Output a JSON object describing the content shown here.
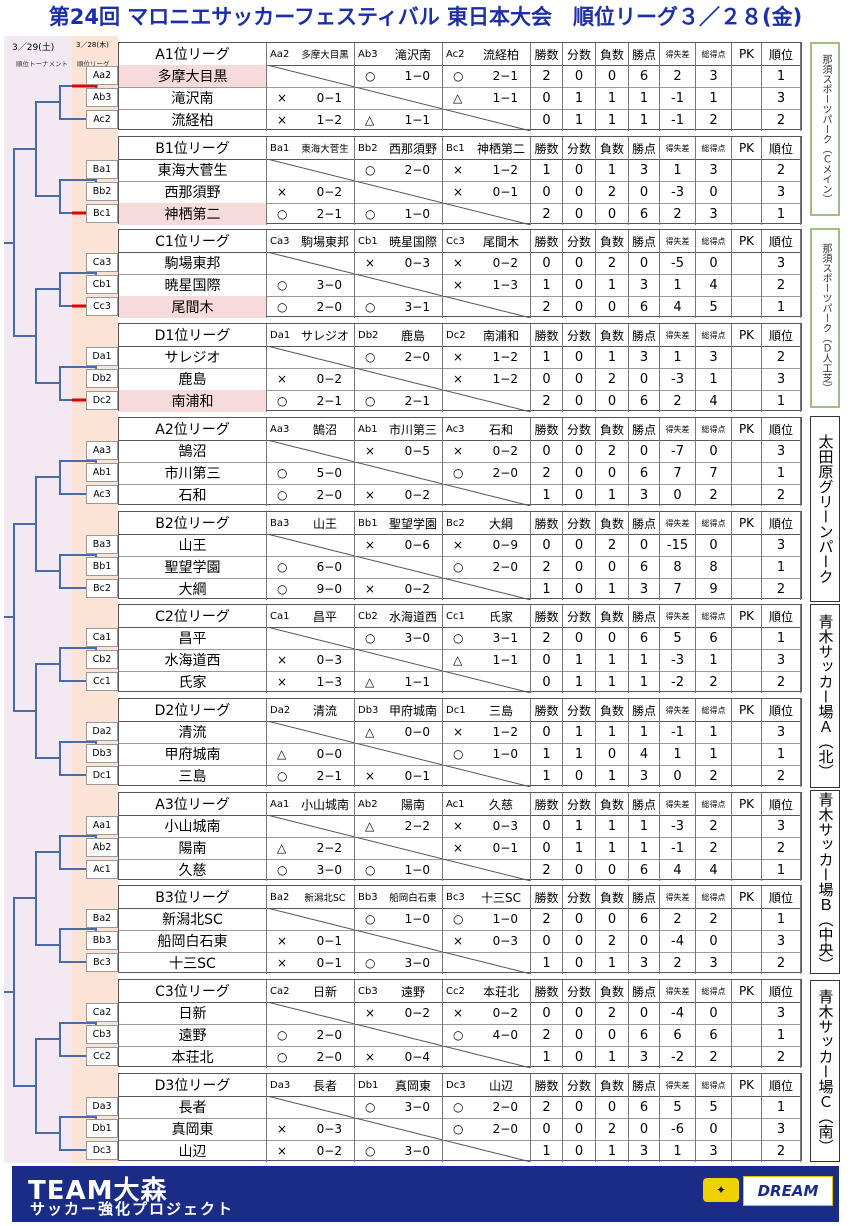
{
  "title": "第24回 マロニエサッカーフェスティバル 東日本大会　順位リーグ３／２８(金)",
  "dates": {
    "d1": "3／29(土)",
    "d2": "3／28(木)"
  },
  "sublabels": {
    "s1": "順位トーナメント",
    "s2": "順位リーグ"
  },
  "headers": {
    "win": "勝数",
    "draw": "分数",
    "lose": "負数",
    "pts": "勝点",
    "gd": "得失差",
    "gf": "総得点",
    "pk": "PK",
    "rank": "順位"
  },
  "venues": [
    {
      "text": "那須スポーツパーク（Ｃメイン）"
    },
    {
      "text": "那須スポーツパーク（Ｄ人工芝）"
    },
    {
      "text": "太田原グリーンパーク"
    },
    {
      "text": "青木サッカー場Ａ（北）"
    },
    {
      "text": "青木サッカー場Ｂ（中央）"
    },
    {
      "text": "青木サッカー場Ｃ（南）"
    }
  ],
  "leagues": [
    {
      "name": "A1位リーグ",
      "h": [
        [
          "Aa2",
          "多摩大目黒"
        ],
        [
          "Ab3",
          "滝沢南"
        ],
        [
          "Ac2",
          "流経柏"
        ]
      ],
      "teams": [
        {
          "code": "Aa2",
          "name": "多摩大目黒",
          "r": [
            null,
            [
              "○",
              "1−0"
            ],
            [
              "○",
              "2−1"
            ]
          ],
          "s": [
            "2",
            "0",
            "0",
            "6",
            "2",
            "3",
            "",
            "1"
          ]
        },
        {
          "code": "Ab3",
          "name": "滝沢南",
          "r": [
            [
              "×",
              "0−1"
            ],
            null,
            [
              "△",
              "1−1"
            ]
          ],
          "s": [
            "0",
            "1",
            "1",
            "1",
            "-1",
            "1",
            "",
            "3"
          ]
        },
        {
          "code": "Ac2",
          "name": "流経柏",
          "r": [
            [
              "×",
              "1−2"
            ],
            [
              "△",
              "1−1"
            ],
            null
          ],
          "s": [
            "0",
            "1",
            "1",
            "1",
            "-1",
            "2",
            "",
            "2"
          ]
        }
      ]
    },
    {
      "name": "B1位リーグ",
      "h": [
        [
          "Ba1",
          "東海大菅生"
        ],
        [
          "Bb2",
          "西那須野"
        ],
        [
          "Bc1",
          "神栖第二"
        ]
      ],
      "teams": [
        {
          "code": "Ba1",
          "name": "東海大菅生",
          "r": [
            null,
            [
              "○",
              "2−0"
            ],
            [
              "×",
              "1−2"
            ]
          ],
          "s": [
            "1",
            "0",
            "1",
            "3",
            "1",
            "3",
            "",
            "2"
          ]
        },
        {
          "code": "Bb2",
          "name": "西那須野",
          "r": [
            [
              "×",
              "0−2"
            ],
            null,
            [
              "×",
              "0−1"
            ]
          ],
          "s": [
            "0",
            "0",
            "2",
            "0",
            "-3",
            "0",
            "",
            "3"
          ]
        },
        {
          "code": "Bc1",
          "name": "神栖第二",
          "r": [
            [
              "○",
              "2−1"
            ],
            [
              "○",
              "1−0"
            ],
            null
          ],
          "s": [
            "2",
            "0",
            "0",
            "6",
            "2",
            "3",
            "",
            "1"
          ]
        }
      ]
    },
    {
      "name": "C1位リーグ",
      "h": [
        [
          "Ca3",
          "駒場東邦"
        ],
        [
          "Cb1",
          "暁星国際"
        ],
        [
          "Cc3",
          "尾間木"
        ]
      ],
      "teams": [
        {
          "code": "Ca3",
          "name": "駒場東邦",
          "r": [
            null,
            [
              "×",
              "0−3"
            ],
            [
              "×",
              "0−2"
            ]
          ],
          "s": [
            "0",
            "0",
            "2",
            "0",
            "-5",
            "0",
            "",
            "3"
          ]
        },
        {
          "code": "Cb1",
          "name": "暁星国際",
          "r": [
            [
              "○",
              "3−0"
            ],
            null,
            [
              "×",
              "1−3"
            ]
          ],
          "s": [
            "1",
            "0",
            "1",
            "3",
            "1",
            "4",
            "",
            "2"
          ]
        },
        {
          "code": "Cc3",
          "name": "尾間木",
          "r": [
            [
              "○",
              "2−0"
            ],
            [
              "○",
              "3−1"
            ],
            null
          ],
          "s": [
            "2",
            "0",
            "0",
            "6",
            "4",
            "5",
            "",
            "1"
          ]
        }
      ]
    },
    {
      "name": "D1位リーグ",
      "h": [
        [
          "Da1",
          "サレジオ"
        ],
        [
          "Db2",
          "鹿島"
        ],
        [
          "Dc2",
          "南浦和"
        ]
      ],
      "teams": [
        {
          "code": "Da1",
          "name": "サレジオ",
          "r": [
            null,
            [
              "○",
              "2−0"
            ],
            [
              "×",
              "1−2"
            ]
          ],
          "s": [
            "1",
            "0",
            "1",
            "3",
            "1",
            "3",
            "",
            "2"
          ]
        },
        {
          "code": "Db2",
          "name": "鹿島",
          "r": [
            [
              "×",
              "0−2"
            ],
            null,
            [
              "×",
              "1−2"
            ]
          ],
          "s": [
            "0",
            "0",
            "2",
            "0",
            "-3",
            "1",
            "",
            "3"
          ]
        },
        {
          "code": "Dc2",
          "name": "南浦和",
          "r": [
            [
              "○",
              "2−1"
            ],
            [
              "○",
              "2−1"
            ],
            null
          ],
          "s": [
            "2",
            "0",
            "0",
            "6",
            "2",
            "4",
            "",
            "1"
          ]
        }
      ]
    },
    {
      "name": "A2位リーグ",
      "h": [
        [
          "Aa3",
          "鵠沼"
        ],
        [
          "Ab1",
          "市川第三"
        ],
        [
          "Ac3",
          "石和"
        ]
      ],
      "teams": [
        {
          "code": "Aa3",
          "name": "鵠沼",
          "r": [
            null,
            [
              "×",
              "0−5"
            ],
            [
              "×",
              "0−2"
            ]
          ],
          "s": [
            "0",
            "0",
            "2",
            "0",
            "-7",
            "0",
            "",
            "3"
          ]
        },
        {
          "code": "Ab1",
          "name": "市川第三",
          "r": [
            [
              "○",
              "5−0"
            ],
            null,
            [
              "○",
              "2−0"
            ]
          ],
          "s": [
            "2",
            "0",
            "0",
            "6",
            "7",
            "7",
            "",
            "1"
          ]
        },
        {
          "code": "Ac3",
          "name": "石和",
          "r": [
            [
              "○",
              "2−0"
            ],
            [
              "×",
              "0−2"
            ],
            null
          ],
          "s": [
            "1",
            "0",
            "1",
            "3",
            "0",
            "2",
            "",
            "2"
          ]
        }
      ]
    },
    {
      "name": "B2位リーグ",
      "h": [
        [
          "Ba3",
          "山王"
        ],
        [
          "Bb1",
          "聖望学園"
        ],
        [
          "Bc2",
          "大綱"
        ]
      ],
      "teams": [
        {
          "code": "Ba3",
          "name": "山王",
          "r": [
            null,
            [
              "×",
              "0−6"
            ],
            [
              "×",
              "0−9"
            ]
          ],
          "s": [
            "0",
            "0",
            "2",
            "0",
            "-15",
            "0",
            "",
            "3"
          ]
        },
        {
          "code": "Bb1",
          "name": "聖望学園",
          "r": [
            [
              "○",
              "6−0"
            ],
            null,
            [
              "○",
              "2−0"
            ]
          ],
          "s": [
            "2",
            "0",
            "0",
            "6",
            "8",
            "8",
            "",
            "1"
          ]
        },
        {
          "code": "Bc2",
          "name": "大綱",
          "r": [
            [
              "○",
              "9−0"
            ],
            [
              "×",
              "0−2"
            ],
            null
          ],
          "s": [
            "1",
            "0",
            "1",
            "3",
            "7",
            "9",
            "",
            "2"
          ]
        }
      ]
    },
    {
      "name": "C2位リーグ",
      "h": [
        [
          "Ca1",
          "昌平"
        ],
        [
          "Cb2",
          "水海道西"
        ],
        [
          "Cc1",
          "氏家"
        ]
      ],
      "teams": [
        {
          "code": "Ca1",
          "name": "昌平",
          "r": [
            null,
            [
              "○",
              "3−0"
            ],
            [
              "○",
              "3−1"
            ]
          ],
          "s": [
            "2",
            "0",
            "0",
            "6",
            "5",
            "6",
            "",
            "1"
          ]
        },
        {
          "code": "Cb2",
          "name": "水海道西",
          "r": [
            [
              "×",
              "0−3"
            ],
            null,
            [
              "△",
              "1−1"
            ]
          ],
          "s": [
            "0",
            "1",
            "1",
            "1",
            "-3",
            "1",
            "",
            "3"
          ]
        },
        {
          "code": "Cc1",
          "name": "氏家",
          "r": [
            [
              "×",
              "1−3"
            ],
            [
              "△",
              "1−1"
            ],
            null
          ],
          "s": [
            "0",
            "1",
            "1",
            "1",
            "-2",
            "2",
            "",
            "2"
          ]
        }
      ]
    },
    {
      "name": "D2位リーグ",
      "h": [
        [
          "Da2",
          "清流"
        ],
        [
          "Db3",
          "甲府城南"
        ],
        [
          "Dc1",
          "三島"
        ]
      ],
      "teams": [
        {
          "code": "Da2",
          "name": "清流",
          "r": [
            null,
            [
              "△",
              "0−0"
            ],
            [
              "×",
              "1−2"
            ]
          ],
          "s": [
            "0",
            "1",
            "1",
            "1",
            "-1",
            "1",
            "",
            "3"
          ]
        },
        {
          "code": "Db3",
          "name": "甲府城南",
          "r": [
            [
              "△",
              "0−0"
            ],
            null,
            [
              "○",
              "1−0"
            ]
          ],
          "s": [
            "1",
            "1",
            "0",
            "4",
            "1",
            "1",
            "",
            "1"
          ]
        },
        {
          "code": "Dc1",
          "name": "三島",
          "r": [
            [
              "○",
              "2−1"
            ],
            [
              "×",
              "0−1"
            ],
            null
          ],
          "s": [
            "1",
            "0",
            "1",
            "3",
            "0",
            "2",
            "",
            "2"
          ]
        }
      ]
    },
    {
      "name": "A3位リーグ",
      "h": [
        [
          "Aa1",
          "小山城南"
        ],
        [
          "Ab2",
          "陽南"
        ],
        [
          "Ac1",
          "久慈"
        ]
      ],
      "teams": [
        {
          "code": "Aa1",
          "name": "小山城南",
          "r": [
            null,
            [
              "△",
              "2−2"
            ],
            [
              "×",
              "0−3"
            ]
          ],
          "s": [
            "0",
            "1",
            "1",
            "1",
            "-3",
            "2",
            "",
            "3"
          ]
        },
        {
          "code": "Ab2",
          "name": "陽南",
          "r": [
            [
              "△",
              "2−2"
            ],
            null,
            [
              "×",
              "0−1"
            ]
          ],
          "s": [
            "0",
            "1",
            "1",
            "1",
            "-1",
            "2",
            "",
            "2"
          ]
        },
        {
          "code": "Ac1",
          "name": "久慈",
          "r": [
            [
              "○",
              "3−0"
            ],
            [
              "○",
              "1−0"
            ],
            null
          ],
          "s": [
            "2",
            "0",
            "0",
            "6",
            "4",
            "4",
            "",
            "1"
          ]
        }
      ]
    },
    {
      "name": "B3位リーグ",
      "h": [
        [
          "Ba2",
          "新潟北SC"
        ],
        [
          "Bb3",
          "船岡白石東"
        ],
        [
          "Bc3",
          "十三SC"
        ]
      ],
      "teams": [
        {
          "code": "Ba2",
          "name": "新潟北SC",
          "r": [
            null,
            [
              "○",
              "1−0"
            ],
            [
              "○",
              "1−0"
            ]
          ],
          "s": [
            "2",
            "0",
            "0",
            "6",
            "2",
            "2",
            "",
            "1"
          ]
        },
        {
          "code": "Bb3",
          "name": "船岡白石東",
          "r": [
            [
              "×",
              "0−1"
            ],
            null,
            [
              "×",
              "0−3"
            ]
          ],
          "s": [
            "0",
            "0",
            "2",
            "0",
            "-4",
            "0",
            "",
            "3"
          ]
        },
        {
          "code": "Bc3",
          "name": "十三SC",
          "r": [
            [
              "×",
              "0−1"
            ],
            [
              "○",
              "3−0"
            ],
            null
          ],
          "s": [
            "1",
            "0",
            "1",
            "3",
            "2",
            "3",
            "",
            "2"
          ]
        }
      ]
    },
    {
      "name": "C3位リーグ",
      "h": [
        [
          "Ca2",
          "日新"
        ],
        [
          "Cb3",
          "遠野"
        ],
        [
          "Cc2",
          "本荘北"
        ]
      ],
      "teams": [
        {
          "code": "Ca2",
          "name": "日新",
          "r": [
            null,
            [
              "×",
              "0−2"
            ],
            [
              "×",
              "0−2"
            ]
          ],
          "s": [
            "0",
            "0",
            "2",
            "0",
            "-4",
            "0",
            "",
            "3"
          ]
        },
        {
          "code": "Cb3",
          "name": "遠野",
          "r": [
            [
              "○",
              "2−0"
            ],
            null,
            [
              "○",
              "4−0"
            ]
          ],
          "s": [
            "2",
            "0",
            "0",
            "6",
            "6",
            "6",
            "",
            "1"
          ]
        },
        {
          "code": "Cc2",
          "name": "本荘北",
          "r": [
            [
              "○",
              "2−0"
            ],
            [
              "×",
              "0−4"
            ],
            null
          ],
          "s": [
            "1",
            "0",
            "1",
            "3",
            "-2",
            "2",
            "",
            "2"
          ]
        }
      ]
    },
    {
      "name": "D3位リーグ",
      "h": [
        [
          "Da3",
          "長者"
        ],
        [
          "Db1",
          "真岡東"
        ],
        [
          "Dc3",
          "山辺"
        ]
      ],
      "teams": [
        {
          "code": "Da3",
          "name": "長者",
          "r": [
            null,
            [
              "○",
              "3−0"
            ],
            [
              "○",
              "2−0"
            ]
          ],
          "s": [
            "2",
            "0",
            "0",
            "6",
            "5",
            "5",
            "",
            "1"
          ]
        },
        {
          "code": "Db1",
          "name": "真岡東",
          "r": [
            [
              "×",
              "0−3"
            ],
            null,
            [
              "○",
              "2−0"
            ]
          ],
          "s": [
            "0",
            "0",
            "2",
            "0",
            "-6",
            "0",
            "",
            "3"
          ]
        },
        {
          "code": "Dc3",
          "name": "山辺",
          "r": [
            [
              "×",
              "0−2"
            ],
            [
              "○",
              "3−0"
            ],
            null
          ],
          "s": [
            "1",
            "0",
            "1",
            "3",
            "1",
            "3",
            "",
            "2"
          ]
        }
      ]
    }
  ],
  "footer": {
    "team": "TEAM大森",
    "project": "サッカー強化プロジェクト",
    "logo": "DREAM"
  }
}
